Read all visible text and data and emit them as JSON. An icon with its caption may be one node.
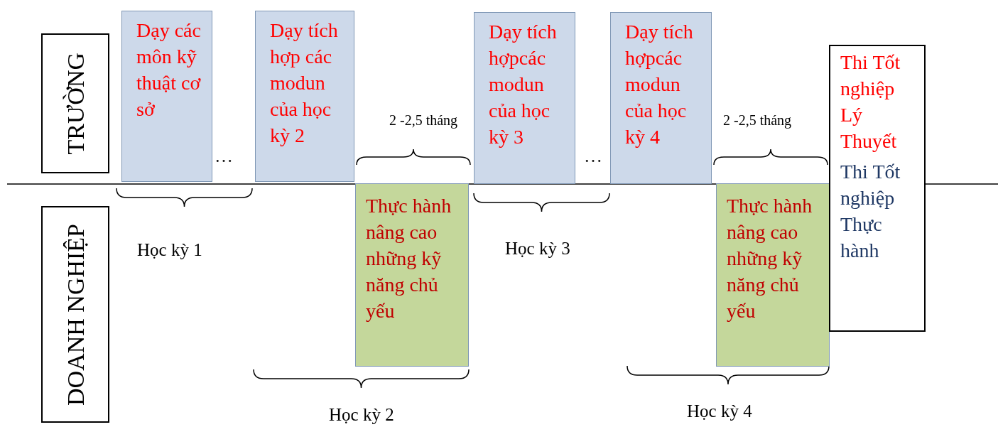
{
  "diagram": {
    "nodes": [
      {
        "text": [
          "TRƯỜNG"
        ]
      },
      {
        "text": [
          "DOANH NGHIỆP"
        ]
      },
      {
        "text": [
          "Dạy các môn kỹ thuật cơ sở"
        ]
      },
      {
        "text": [
          "Dạy tích hợp các modun của học kỳ 2"
        ]
      },
      {
        "text": [
          "Thực hành nâng cao những kỹ năng chủ yếu"
        ]
      },
      {
        "text": [
          "Dạy tích hợpcác modun của học kỳ 3"
        ]
      },
      {
        "text": [
          "Dạy tích hợpcác modun của học kỳ 4"
        ]
      },
      {
        "text": [
          "Thực hành nâng cao những kỹ năng chủ yếu"
        ]
      },
      {
        "text": [
          "Thi Tốt nghiệp Lý Thuyết",
          "Thi Tốt nghiệp Thực hành"
        ]
      }
    ],
    "edges": [],
    "labels": [
      "…",
      "2 -2,5 tháng",
      "…",
      "2 -2,5 tháng",
      "Học kỳ 1",
      "Học kỳ 3",
      "Học kỳ 2",
      "Học kỳ 4"
    ]
  }
}
